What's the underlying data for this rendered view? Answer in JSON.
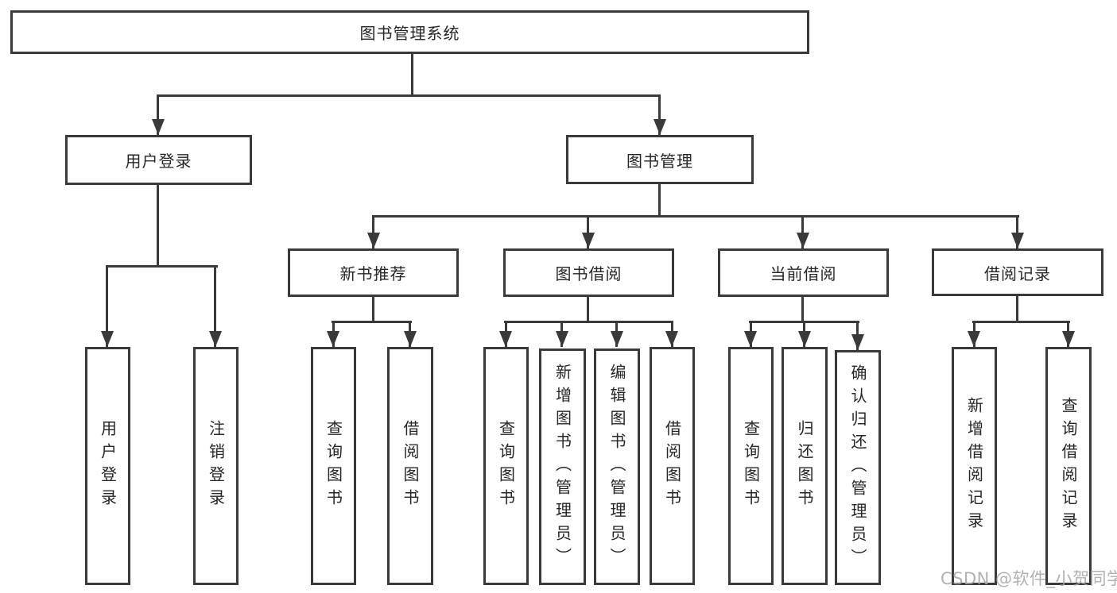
{
  "diagram_title": "图书管理系统",
  "watermark": {
    "text": "CSDN @软件_小贺同学"
  },
  "colors": {
    "line": "#3a3a3a",
    "box_border": "#3a3a3a",
    "text": "#262626",
    "watermark": "#a8a8a8",
    "background": "#ffffff"
  },
  "tree": {
    "label": "图书管理系统",
    "children": [
      {
        "label": "用户登录",
        "children": [
          {
            "label": "用户登录"
          },
          {
            "label": "注销登录"
          }
        ]
      },
      {
        "label": "图书管理",
        "children": [
          {
            "label": "新书推荐",
            "children": [
              {
                "label": "查询图书"
              },
              {
                "label": "借阅图书"
              }
            ]
          },
          {
            "label": "图书借阅",
            "children": [
              {
                "label": "查询图书"
              },
              {
                "label": "新增图书（管理员）"
              },
              {
                "label": "编辑图书（管理员）"
              },
              {
                "label": "借阅图书"
              }
            ]
          },
          {
            "label": "当前借阅",
            "children": [
              {
                "label": "查询图书"
              },
              {
                "label": "归还图书"
              },
              {
                "label": "确认归还（管理员）"
              }
            ]
          },
          {
            "label": "借阅记录",
            "children": [
              {
                "label": "新增借阅记录"
              },
              {
                "label": "查询借阅记录"
              }
            ]
          }
        ]
      }
    ]
  }
}
